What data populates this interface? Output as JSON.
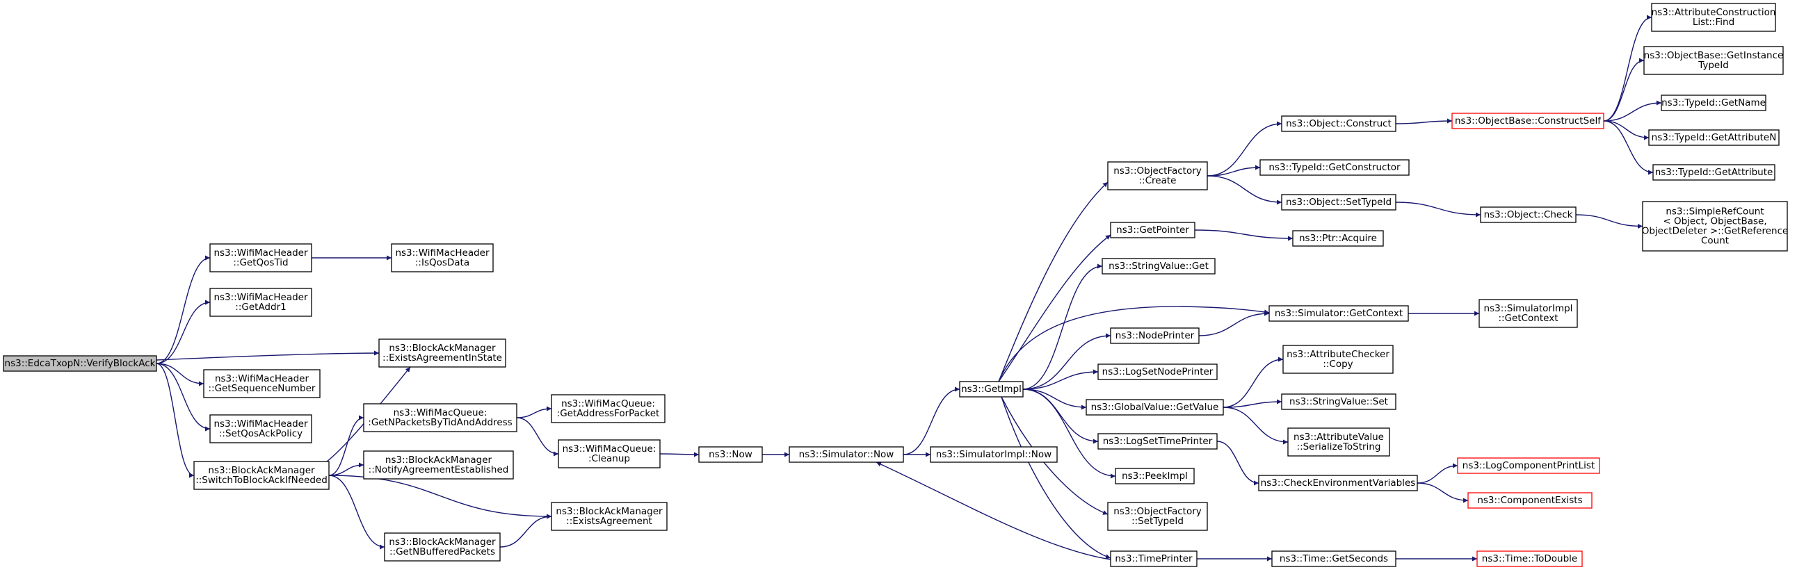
{
  "colors": {
    "edge": "#191970",
    "node_border": "#000000",
    "node_fill": "#ffffff",
    "root_fill": "#bfbfbf",
    "truncated_border": "#ff0000"
  },
  "nodes": [
    {
      "id": "verify",
      "lines": [
        "ns3::EdcaTxopN::VerifyBlockAck"
      ],
      "style": "root"
    },
    {
      "id": "getqostid",
      "lines": [
        "ns3::WifiMacHeader",
        "::GetQosTid"
      ]
    },
    {
      "id": "isqosdata",
      "lines": [
        "ns3::WifiMacHeader",
        "::IsQosData"
      ]
    },
    {
      "id": "getaddr1",
      "lines": [
        "ns3::WifiMacHeader",
        "::GetAddr1"
      ]
    },
    {
      "id": "existsagreementinstate",
      "lines": [
        "ns3::BlockAckManager",
        "::ExistsAgreementInState"
      ]
    },
    {
      "id": "getsequencenumber",
      "lines": [
        "ns3::WifiMacHeader",
        "::GetSequenceNumber"
      ]
    },
    {
      "id": "setqosackpolicy",
      "lines": [
        "ns3::WifiMacHeader",
        "::SetQosAckPolicy"
      ]
    },
    {
      "id": "switchtoblockack",
      "lines": [
        "ns3::BlockAckManager",
        "::SwitchToBlockAckIfNeeded"
      ]
    },
    {
      "id": "getnpackets",
      "lines": [
        "ns3::WifiMacQueue:",
        ":GetNPacketsByTidAndAddress"
      ]
    },
    {
      "id": "notifyagreement",
      "lines": [
        "ns3::BlockAckManager",
        "::NotifyAgreementEstablished"
      ]
    },
    {
      "id": "getnbuffered",
      "lines": [
        "ns3::BlockAckManager",
        "::GetNBufferedPackets"
      ]
    },
    {
      "id": "getaddressforpacket",
      "lines": [
        "ns3::WifiMacQueue:",
        ":GetAddressForPacket"
      ]
    },
    {
      "id": "cleanup",
      "lines": [
        "ns3::WifiMacQueue:",
        ":Cleanup"
      ]
    },
    {
      "id": "existsagreement",
      "lines": [
        "ns3::BlockAckManager",
        "::ExistsAgreement"
      ]
    },
    {
      "id": "now",
      "lines": [
        "ns3::Now"
      ]
    },
    {
      "id": "simnow",
      "lines": [
        "ns3::Simulator::Now"
      ]
    },
    {
      "id": "simimplnow",
      "lines": [
        "ns3::SimulatorImpl::Now"
      ]
    },
    {
      "id": "getimpl",
      "lines": [
        "ns3::GetImpl"
      ]
    },
    {
      "id": "ofcreate",
      "lines": [
        "ns3::ObjectFactory",
        "::Create"
      ]
    },
    {
      "id": "getpointer",
      "lines": [
        "ns3::GetPointer"
      ]
    },
    {
      "id": "stringvalueget",
      "lines": [
        "ns3::StringValue::Get"
      ]
    },
    {
      "id": "nodeprinter",
      "lines": [
        "ns3::NodePrinter"
      ]
    },
    {
      "id": "logsetnodeprinter",
      "lines": [
        "ns3::LogSetNodePrinter"
      ]
    },
    {
      "id": "globalvaluegetvalue",
      "lines": [
        "ns3::GlobalValue::GetValue"
      ]
    },
    {
      "id": "logsettimeprinter",
      "lines": [
        "ns3::LogSetTimePrinter"
      ]
    },
    {
      "id": "peekimpl",
      "lines": [
        "ns3::PeekImpl"
      ]
    },
    {
      "id": "ofsettypeid",
      "lines": [
        "ns3::ObjectFactory",
        "::SetTypeId"
      ]
    },
    {
      "id": "timeprinter",
      "lines": [
        "ns3::TimePrinter"
      ]
    },
    {
      "id": "objectconstruct",
      "lines": [
        "ns3::Object::Construct"
      ]
    },
    {
      "id": "typeidgetconstructor",
      "lines": [
        "ns3::TypeId::GetConstructor"
      ]
    },
    {
      "id": "objectsettypeid",
      "lines": [
        "ns3::Object::SetTypeId"
      ]
    },
    {
      "id": "ptracquire",
      "lines": [
        "ns3::Ptr::Acquire"
      ]
    },
    {
      "id": "simgetcontext",
      "lines": [
        "ns3::Simulator::GetContext"
      ]
    },
    {
      "id": "attrcheckercopy",
      "lines": [
        "ns3::AttributeChecker",
        "::Copy"
      ]
    },
    {
      "id": "stringvalueset",
      "lines": [
        "ns3::StringValue::Set"
      ]
    },
    {
      "id": "attrvalueserialize",
      "lines": [
        "ns3::AttributeValue",
        "::SerializeToString"
      ]
    },
    {
      "id": "checkenv",
      "lines": [
        "ns3::CheckEnvironmentVariables"
      ]
    },
    {
      "id": "timegetseconds",
      "lines": [
        "ns3::Time::GetSeconds"
      ]
    },
    {
      "id": "constructself",
      "lines": [
        "ns3::ObjectBase::ConstructSelf"
      ],
      "style": "truncated"
    },
    {
      "id": "objectcheck",
      "lines": [
        "ns3::Object::Check"
      ]
    },
    {
      "id": "simimplgetcontext",
      "lines": [
        "ns3::SimulatorImpl",
        "::GetContext"
      ]
    },
    {
      "id": "logcomponentprintlist",
      "lines": [
        "ns3::LogComponentPrintList"
      ],
      "style": "truncated"
    },
    {
      "id": "componentexists",
      "lines": [
        "ns3::ComponentExists"
      ],
      "style": "truncated"
    },
    {
      "id": "timetodouble",
      "lines": [
        "ns3::Time::ToDouble"
      ],
      "style": "truncated"
    },
    {
      "id": "attrlistfind",
      "lines": [
        "ns3::AttributeConstruction",
        "List::Find"
      ]
    },
    {
      "id": "getinstancetypeid",
      "lines": [
        "ns3::ObjectBase::GetInstance",
        "TypeId"
      ]
    },
    {
      "id": "typeidgetname",
      "lines": [
        "ns3::TypeId::GetName"
      ]
    },
    {
      "id": "typeidgetattributen",
      "lines": [
        "ns3::TypeId::GetAttributeN"
      ]
    },
    {
      "id": "typeidgetattribute",
      "lines": [
        "ns3::TypeId::GetAttribute"
      ]
    },
    {
      "id": "simplerefcount",
      "lines": [
        "ns3::SimpleRefCount",
        "< Object, ObjectBase,",
        " ObjectDeleter >::GetReference",
        "Count"
      ]
    }
  ],
  "edges": [
    [
      "verify",
      "getqostid"
    ],
    [
      "verify",
      "getaddr1"
    ],
    [
      "verify",
      "existsagreementinstate"
    ],
    [
      "verify",
      "getsequencenumber"
    ],
    [
      "verify",
      "setqosackpolicy"
    ],
    [
      "verify",
      "switchtoblockack"
    ],
    [
      "getqostid",
      "isqosdata"
    ],
    [
      "switchtoblockack",
      "existsagreementinstate"
    ],
    [
      "switchtoblockack",
      "getnpackets"
    ],
    [
      "switchtoblockack",
      "notifyagreement"
    ],
    [
      "switchtoblockack",
      "existsagreement"
    ],
    [
      "switchtoblockack",
      "getnbuffered"
    ],
    [
      "getnpackets",
      "getaddressforpacket"
    ],
    [
      "getnpackets",
      "cleanup"
    ],
    [
      "getnbuffered",
      "existsagreement"
    ],
    [
      "cleanup",
      "now"
    ],
    [
      "now",
      "simnow"
    ],
    [
      "simnow",
      "getimpl"
    ],
    [
      "simnow",
      "simimplnow"
    ],
    [
      "getimpl",
      "ofcreate"
    ],
    [
      "getimpl",
      "getpointer"
    ],
    [
      "getimpl",
      "stringvalueget"
    ],
    [
      "getimpl",
      "simgetcontext"
    ],
    [
      "getimpl",
      "nodeprinter"
    ],
    [
      "getimpl",
      "logsetnodeprinter"
    ],
    [
      "getimpl",
      "globalvaluegetvalue"
    ],
    [
      "getimpl",
      "logsettimeprinter"
    ],
    [
      "getimpl",
      "peekimpl"
    ],
    [
      "getimpl",
      "ofsettypeid"
    ],
    [
      "getimpl",
      "timeprinter"
    ],
    [
      "ofcreate",
      "objectconstruct"
    ],
    [
      "ofcreate",
      "typeidgetconstructor"
    ],
    [
      "ofcreate",
      "objectsettypeid"
    ],
    [
      "getpointer",
      "ptracquire"
    ],
    [
      "nodeprinter",
      "simgetcontext"
    ],
    [
      "globalvaluegetvalue",
      "attrcheckercopy"
    ],
    [
      "globalvaluegetvalue",
      "stringvalueset"
    ],
    [
      "globalvaluegetvalue",
      "attrvalueserialize"
    ],
    [
      "logsettimeprinter",
      "checkenv"
    ],
    [
      "timeprinter",
      "simnow"
    ],
    [
      "timeprinter",
      "timegetseconds"
    ],
    [
      "objectconstruct",
      "constructself"
    ],
    [
      "objectsettypeid",
      "objectcheck"
    ],
    [
      "simgetcontext",
      "simimplgetcontext"
    ],
    [
      "checkenv",
      "logcomponentprintlist"
    ],
    [
      "checkenv",
      "componentexists"
    ],
    [
      "timegetseconds",
      "timetodouble"
    ],
    [
      "constructself",
      "attrlistfind"
    ],
    [
      "constructself",
      "getinstancetypeid"
    ],
    [
      "constructself",
      "typeidgetname"
    ],
    [
      "constructself",
      "typeidgetattributen"
    ],
    [
      "constructself",
      "typeidgetattribute"
    ],
    [
      "objectcheck",
      "simplerefcount"
    ]
  ]
}
